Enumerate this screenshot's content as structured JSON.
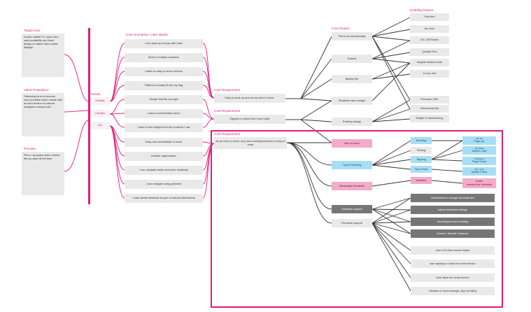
{
  "personas": {
    "target_user": {
      "header": "Target User",
      "text": "Social, mobile PC users who seek portability and fresh design to match their mobile lifestyle."
    },
    "value_proposition": {
      "header": "Value Proposition",
      "text": "Flattening form to become more portable when mobile with an intro duction to natural navigation using touch."
    },
    "promise": {
      "header": "Promise",
      "text": "Fits in my space when mobile, fits my style all the time."
    }
  },
  "trends": {
    "header": "Trends",
    "items": [
      "Mobility",
      "Lifestyle",
      "Nui"
    ]
  },
  "scenarios": {
    "header": "Core Scenarios / User Needs",
    "items": [
      "I can pack up and go with ease",
      "Work in multiple locations",
      "I want an easy to store receiver",
      "Flattens to easily fit into my bag",
      "Design that fits my style",
      "I want a conversation piece",
      "I want to feel delight from the products I use",
      "Easy and comfortable to scroll",
      "Intuitive organization",
      "I can navigate faster and more intuitively",
      "I can navigate using gestures",
      "I want tactile feedback as part of natural interactions"
    ]
  },
  "requirements": {
    "header": "Core Requirement",
    "items": [
      "Easy to pack up and set up when I move.",
      "Signals to others that I have style",
      "As an Intro to touch, any new scrolling behavior is easy to learn"
    ]
  },
  "features": {
    "header": "Core feature",
    "items": [
      "Flat to arc functionality",
      "Robust",
      "Battery life",
      "Stowable nano dongle",
      "Exciting design"
    ]
  },
  "enabling": {
    "header": "Enabling feature",
    "items": [
      "Flat form",
      "Arc form",
      "On / Off Switch",
      "Quality Feel",
      "Magnet seated in tail",
      "6 mos min",
      "Premium CMF",
      "Mechanical tail",
      "Delight in transforming"
    ]
  },
  "touch": {
    "left": [
      "Intro to touch",
      "Touch Scrolling",
      "Meaningful feedback"
    ],
    "gestures": [
      "Scrolling",
      "Picking",
      "Tapping",
      "Tap n Hold",
      "Vibration"
    ],
    "details": [
      {
        "small": "Tap Top",
        "main": "Page Up"
      },
      {
        "small": "Tap Middle",
        "main": "Mobile Click"
      },
      {
        "small": "Tap Bottom",
        "main": "Page Down"
      },
      {
        "small": "Tap n Hold",
        "main": "Middle Press"
      },
      {
        "small": "Audio",
        "main": "results from vibration"
      }
    ]
  },
  "software": {
    "items": [
      "Software support",
      "Firmware support"
    ],
    "dark_options": [
      "Window/focus change via keystroke",
      "Adjust feedback settings",
      "Scroll speed count setting",
      "Enable / Disable Gestures"
    ],
    "grey_options": [
      "User L/R click mouse button",
      "user taps/tap n holds the scroll sensor",
      "User flicks the scroll sensor",
      "Window or focus change, stop scrolling"
    ]
  }
}
